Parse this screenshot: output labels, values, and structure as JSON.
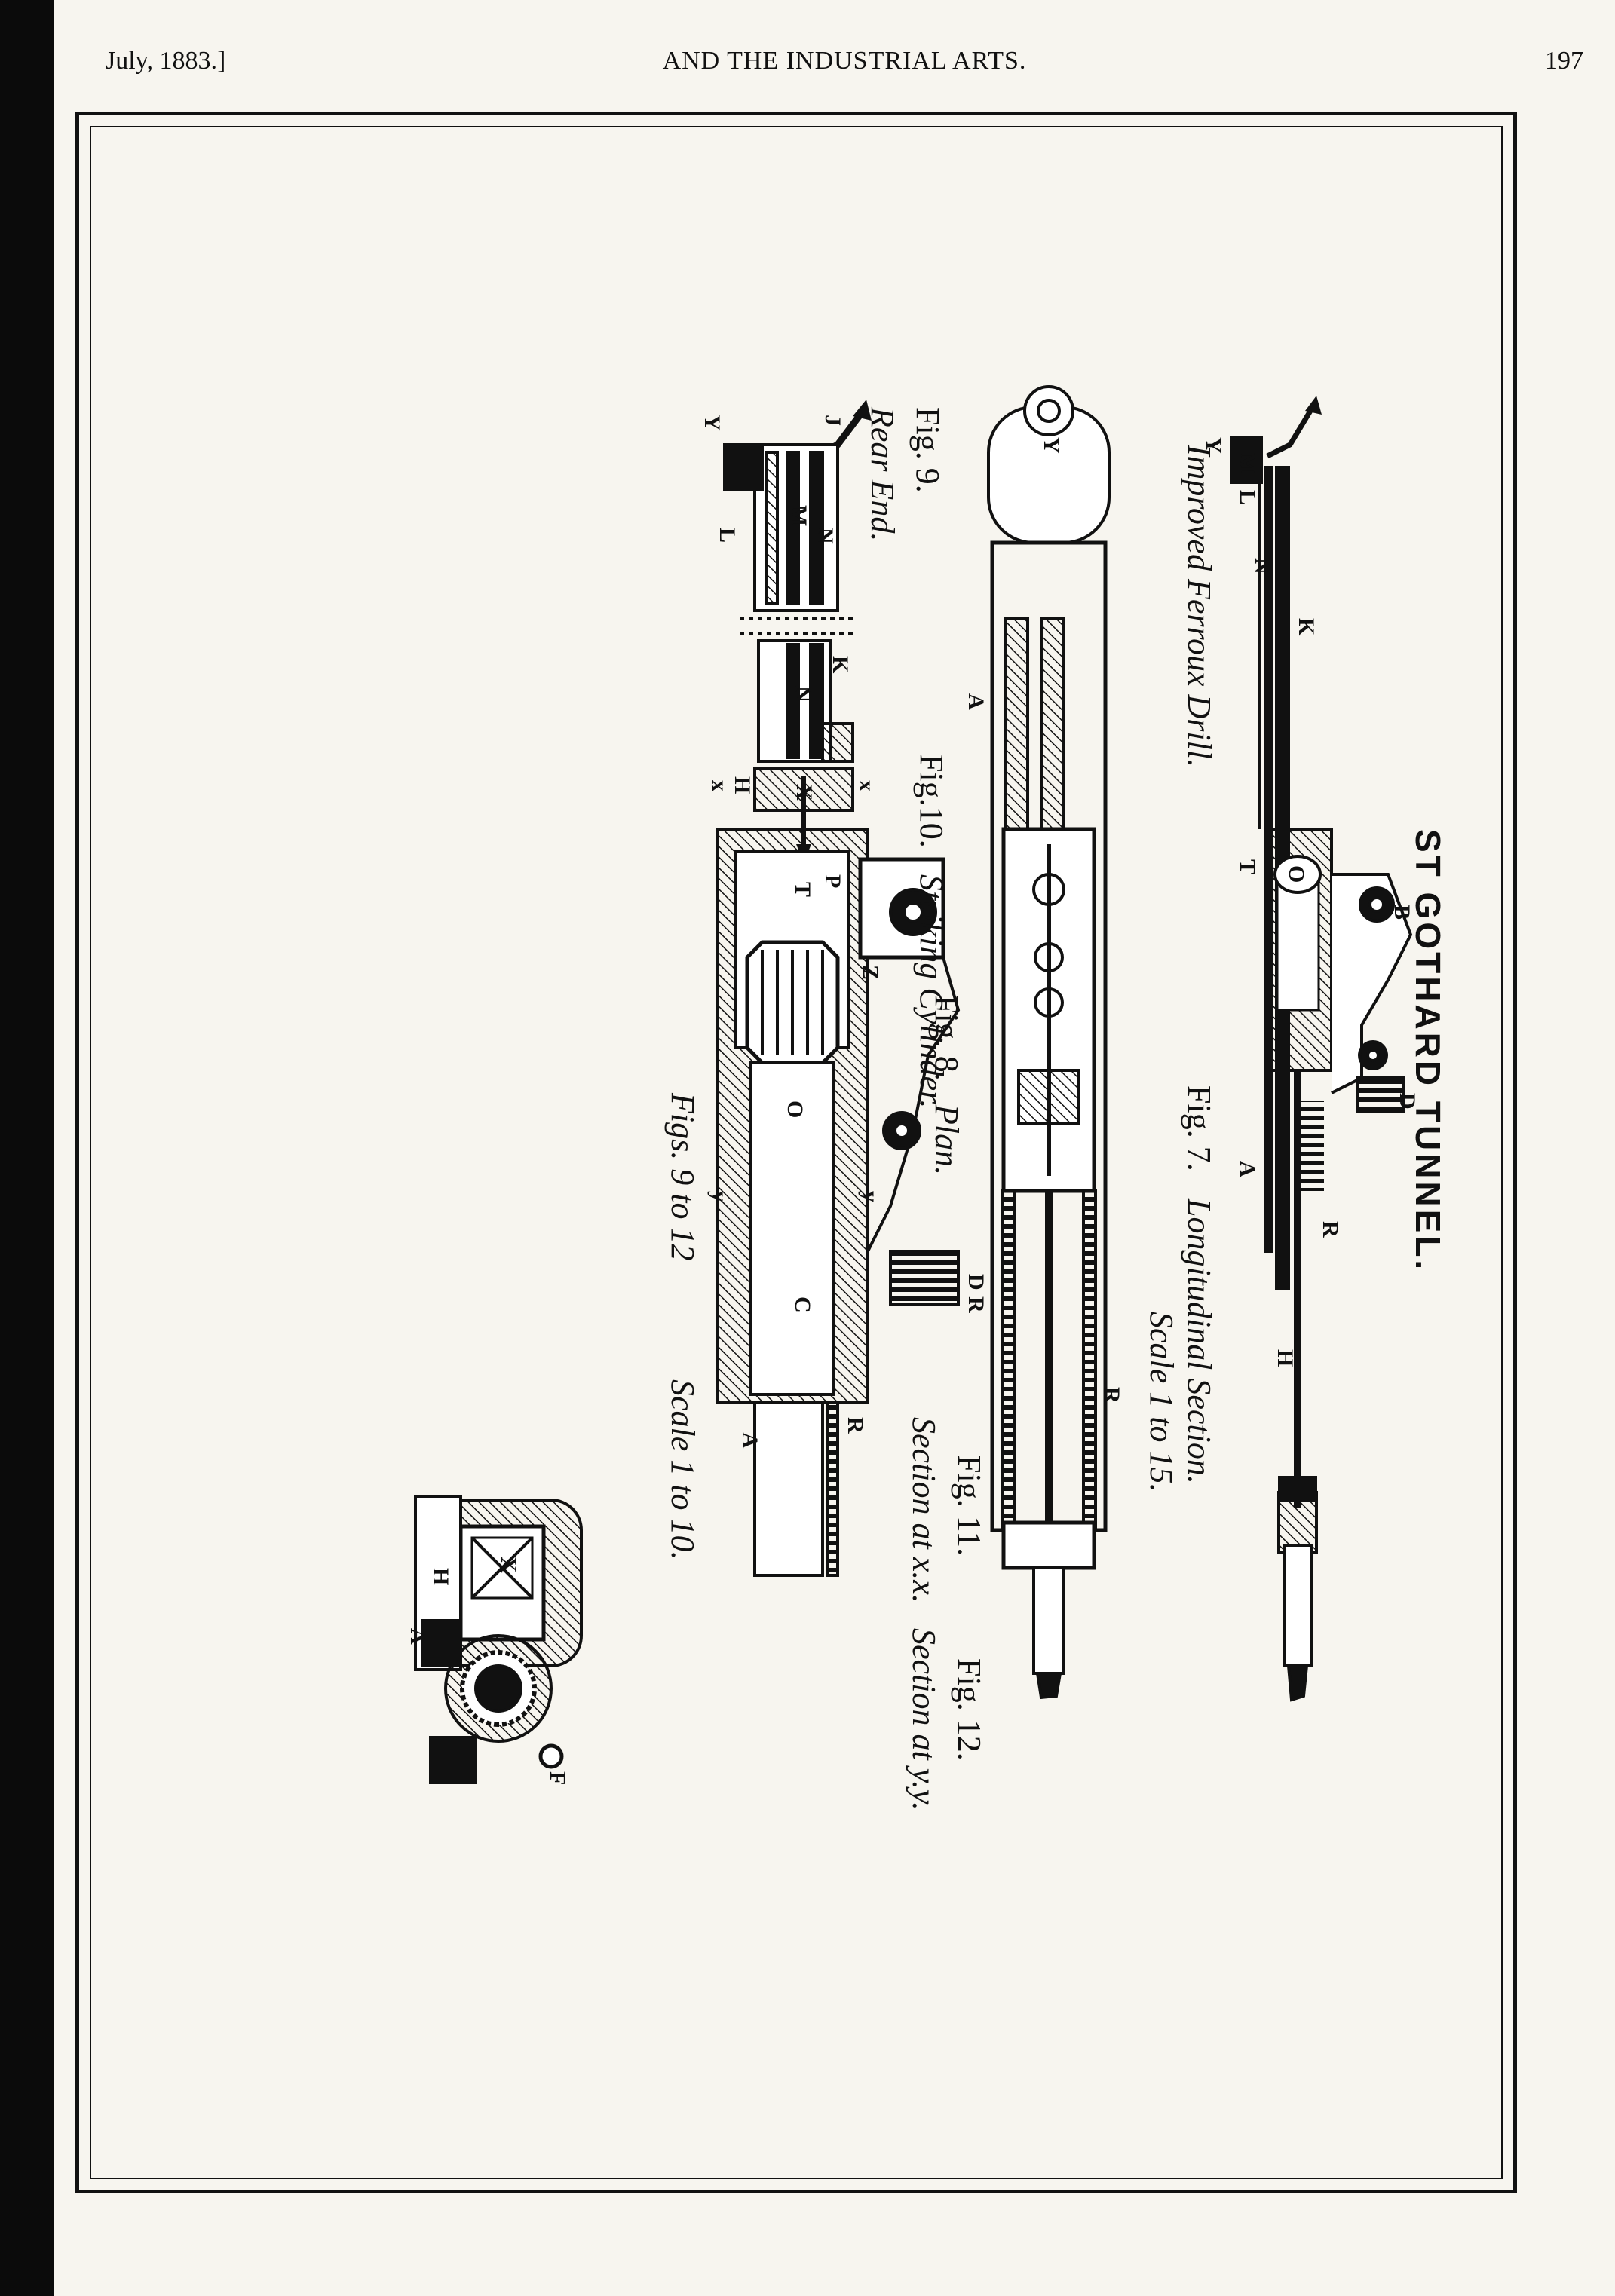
{
  "header": {
    "date": "July, 1883.]",
    "title": "AND THE INDUSTRIAL ARTS.",
    "page_number": "197"
  },
  "plate": {
    "title": "ST GOTHARD TUNNEL.",
    "fig7": {
      "caption_left": "Improved Ferroux Drill.",
      "caption_fig": "Fig. 7.",
      "caption_right": "Longitudinal Section.",
      "scale": "Scale 1 to 15."
    },
    "fig8": {
      "fig": "Fig. 8.",
      "caption": "Plan."
    },
    "fig9": {
      "fig": "Fig. 9.",
      "caption": "Rear End."
    },
    "fig10": {
      "fig": "Fig.10.",
      "caption": "Striking Cylinder."
    },
    "fig11": {
      "fig": "Fig. 11.",
      "caption": "Section at x.x."
    },
    "fig12": {
      "fig": "Fig. 12.",
      "caption": "Section at y.y."
    },
    "scale_9_12": {
      "figs": "Figs. 9 to 12",
      "scale": "Scale 1 to 10."
    },
    "letters": {
      "A": "A",
      "B": "B",
      "C": "C",
      "D": "D",
      "F": "F",
      "H": "H",
      "J": "J",
      "K": "K",
      "L": "L",
      "M": "M",
      "N": "N",
      "O": "O",
      "P": "P",
      "R": "R",
      "T": "T",
      "X": "X",
      "Y": "Y",
      "Z": "Z",
      "x": "x",
      "y": "y"
    }
  }
}
